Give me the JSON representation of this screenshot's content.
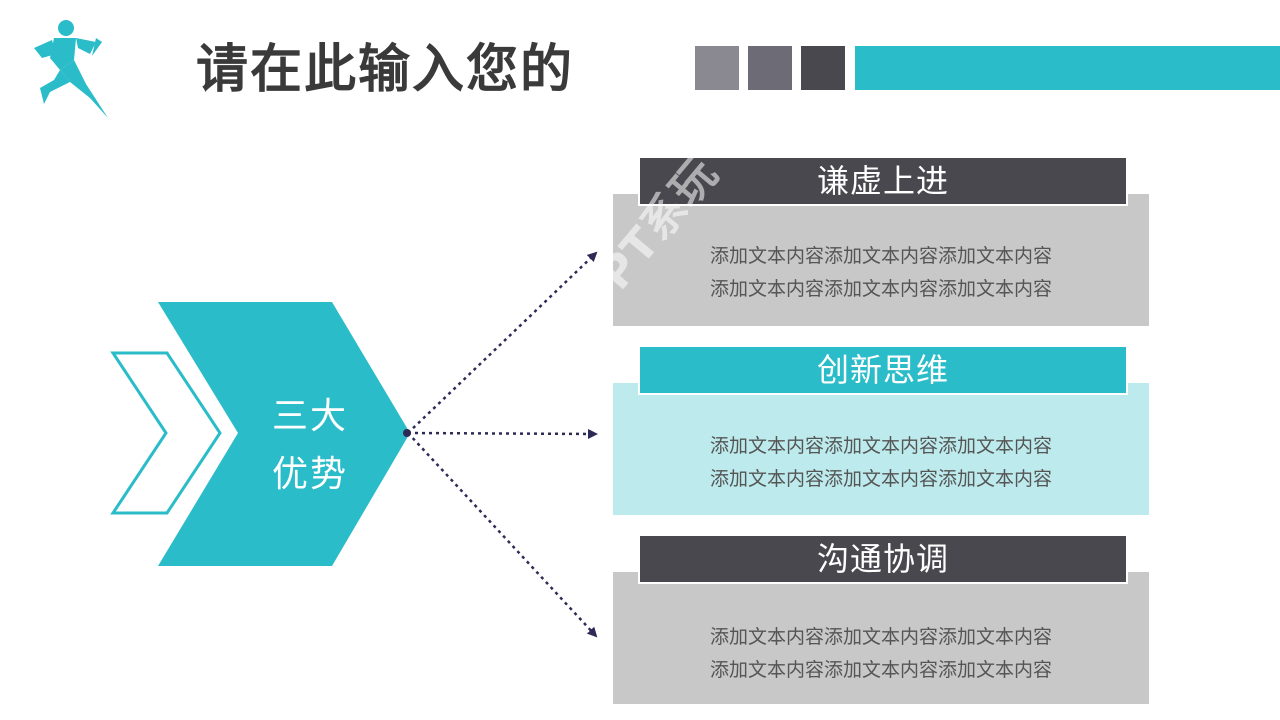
{
  "title": "请在此输入您的",
  "header": {
    "squares": [
      "#8a8890",
      "#6d6b75",
      "#4a484f"
    ],
    "bar_color": "#2abcc8"
  },
  "colors": {
    "teal": "#2abcc8",
    "dark": "#4a484f",
    "gray_box": "#c8c8c8",
    "light_teal_box": "#bdeaec",
    "dotted_line": "#2d2b55",
    "title_text": "#3a3a3a"
  },
  "logo": {
    "icon": "running-man-icon"
  },
  "chevron": {
    "line1": "三大",
    "line2": "优势"
  },
  "advantages": [
    {
      "heading": "谦虚上进",
      "line1": "添加文本内容添加文本内容添加文本内容",
      "line2": "添加文本内容添加文本内容添加文本内容",
      "tab_color": "#4a484f",
      "body_color": "#c8c8c8"
    },
    {
      "heading": "创新思维",
      "line1": "添加文本内容添加文本内容添加文本内容",
      "line2": "添加文本内容添加文本内容添加文本内容",
      "tab_color": "#2abcc8",
      "body_color": "#bdeaec"
    },
    {
      "heading": "沟通协调",
      "line1": "添加文本内容添加文本内容添加文本内容",
      "line2": "添加文本内容添加文本内容添加文本内容",
      "tab_color": "#4a484f",
      "body_color": "#c8c8c8"
    }
  ],
  "watermark": "PPT系玩"
}
